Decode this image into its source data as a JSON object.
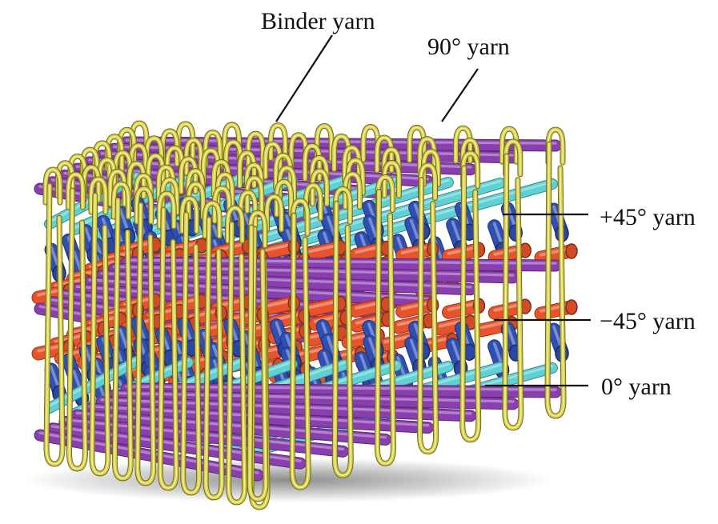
{
  "labels": {
    "binder": "Binder yarn",
    "ninety": "90° yarn",
    "plus45": "+45° yarn",
    "minus45": "−45° yarn",
    "zero": "0° yarn"
  },
  "colors": {
    "ninety_yarn": "#8a3fb0",
    "zero_yarn": "#5fd0d4",
    "plus45_yarn": "#2f4fb5",
    "minus45_yarn": "#e8532c",
    "binder_yarn": "#d4cc4a"
  }
}
